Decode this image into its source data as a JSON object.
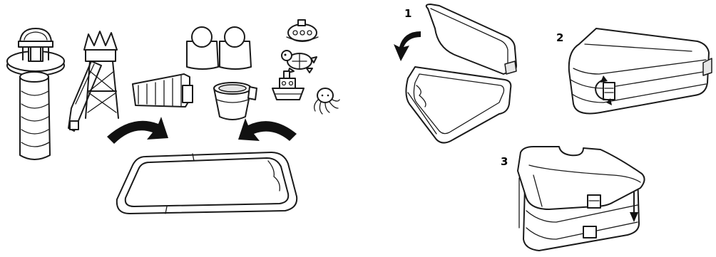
{
  "steps": [
    {
      "number": "1"
    },
    {
      "number": "2"
    },
    {
      "number": "3"
    }
  ],
  "icons": {
    "curved_arrow": "curved-arrow-icon",
    "rotate_arrow": "rotate-arrow-icon",
    "down_arrow": "down-arrow-icon"
  },
  "colors": {
    "line": "#1a1a1a",
    "background": "#ffffff"
  }
}
